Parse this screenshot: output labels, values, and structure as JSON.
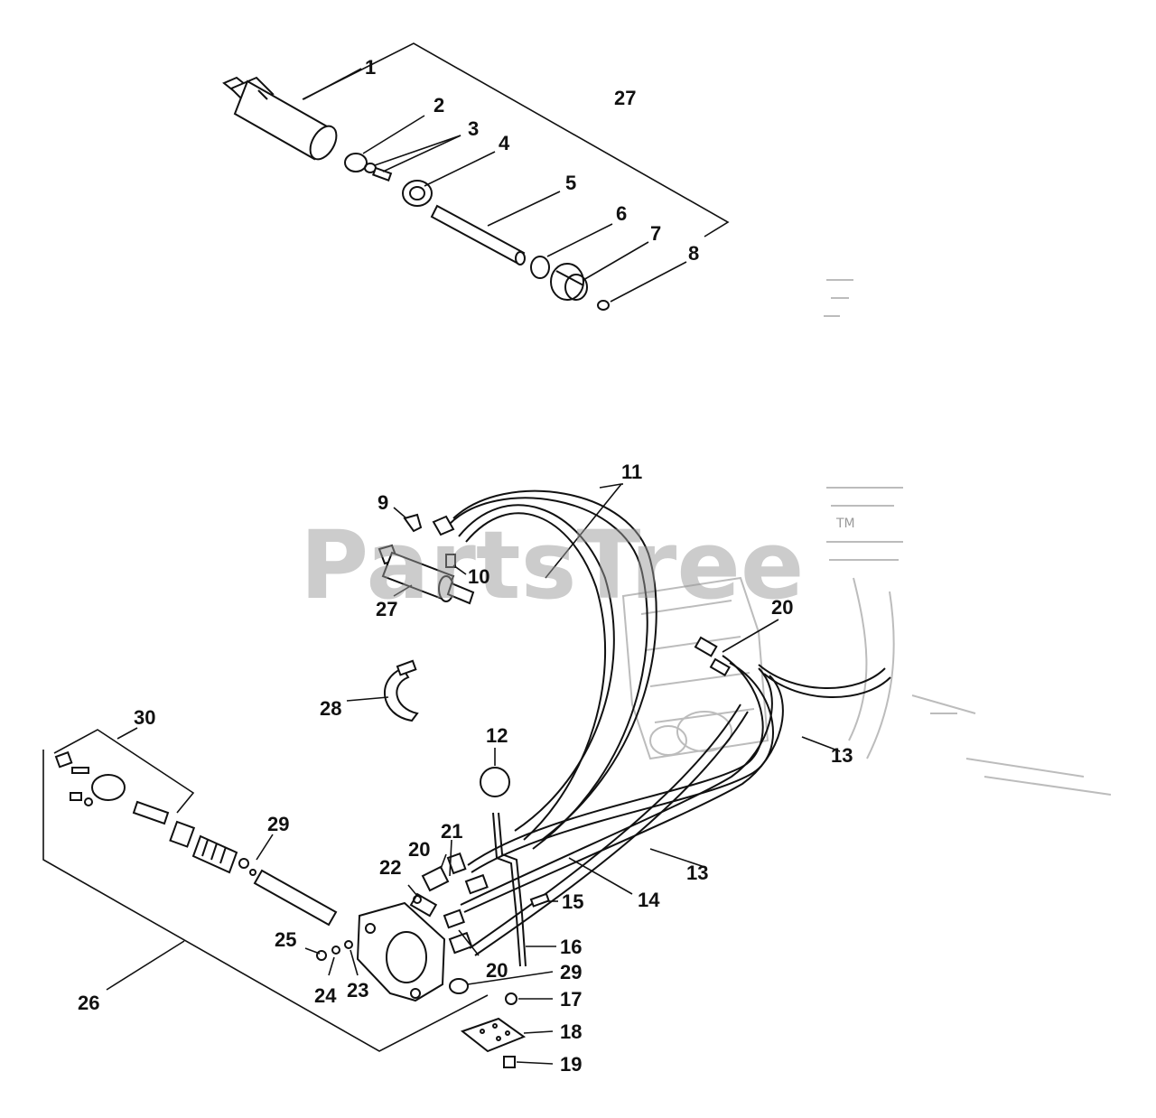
{
  "watermark": {
    "text": "PartsTree",
    "trademark": "TM"
  },
  "callouts": {
    "c1": "1",
    "c2": "2",
    "c3": "3",
    "c4": "4",
    "c5": "5",
    "c6": "6",
    "c7": "7",
    "c8": "8",
    "c27_top": "27",
    "c9": "9",
    "c10": "10",
    "c11": "11",
    "c27_mid": "27",
    "c20_right": "20",
    "c28": "28",
    "c30": "30",
    "c12": "12",
    "c13_right": "13",
    "c13_lower": "13",
    "c14": "14",
    "c29_left": "29",
    "c20_mid": "20",
    "c21": "21",
    "c22": "22",
    "c15": "15",
    "c16": "16",
    "c20_low": "20",
    "c29_right": "29",
    "c25": "25",
    "c24": "24",
    "c23": "23",
    "c17": "17",
    "c18": "18",
    "c19": "19",
    "c26": "26"
  }
}
